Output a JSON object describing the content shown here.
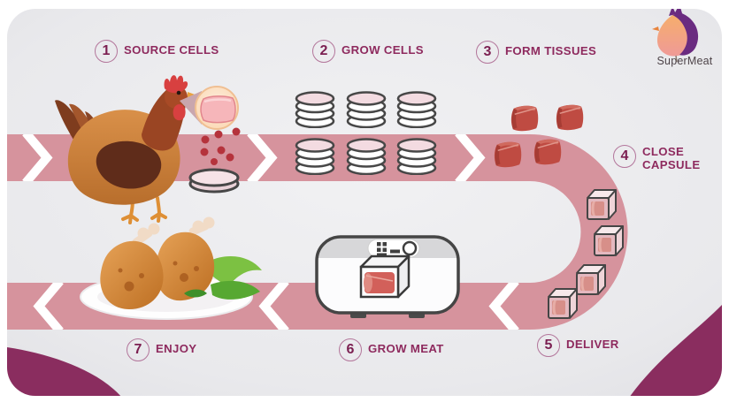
{
  "brand": {
    "name": "SuperMeat"
  },
  "steps": [
    {
      "number": "1",
      "label": "SOURCE CELLS"
    },
    {
      "number": "2",
      "label": "GROW CELLS"
    },
    {
      "number": "3",
      "label": "FORM TISSUES"
    },
    {
      "number": "4",
      "label": "CLOSE CAPSULE"
    },
    {
      "number": "5",
      "label": "DELIVER"
    },
    {
      "number": "6",
      "label": "GROW MEAT"
    },
    {
      "number": "7",
      "label": "ENJOY"
    }
  ],
  "colors": {
    "flow_band": "#d6939d",
    "step_text": "#8e2a5e",
    "step_number": "#7b1f51",
    "corner_accent": "#8a2d5f",
    "meat_red": "#bf4b42",
    "card_background": "#e8e8eb",
    "logo_purple": "#6a2b80",
    "logo_orange": "#f6ae6b"
  },
  "icons": [
    "chicken-icon",
    "tissue-callout-icon",
    "cells-dots-icon",
    "petri-dish-icon",
    "petri-stack-icon",
    "meat-cube-icon",
    "capsule-cube-icon",
    "grow-machine-icon",
    "meal-plate-icon",
    "supermeat-logo-icon",
    "chevron-right-icon",
    "chevron-left-icon"
  ]
}
